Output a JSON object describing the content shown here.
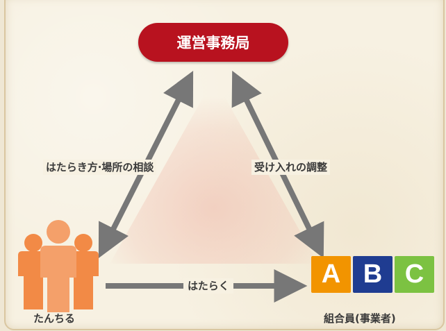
{
  "nodes": {
    "office": "運営事務局",
    "tanchiru": "たんちる",
    "members": "組合員(事業者)"
  },
  "edges": {
    "left": "はたらき方·場所の相談",
    "right": "受け入れの調整",
    "bottom": "はたらく"
  },
  "member_boxes": [
    {
      "letter": "A",
      "color": "#f29400"
    },
    {
      "letter": "B",
      "color": "#1f3c91"
    },
    {
      "letter": "C",
      "color": "#7cc242"
    }
  ],
  "colors": {
    "office": "#b8121f",
    "arrow": "#777777",
    "people": "#f28a46",
    "people_front": "#f4a06a",
    "triangle": "#f1c6b7"
  }
}
